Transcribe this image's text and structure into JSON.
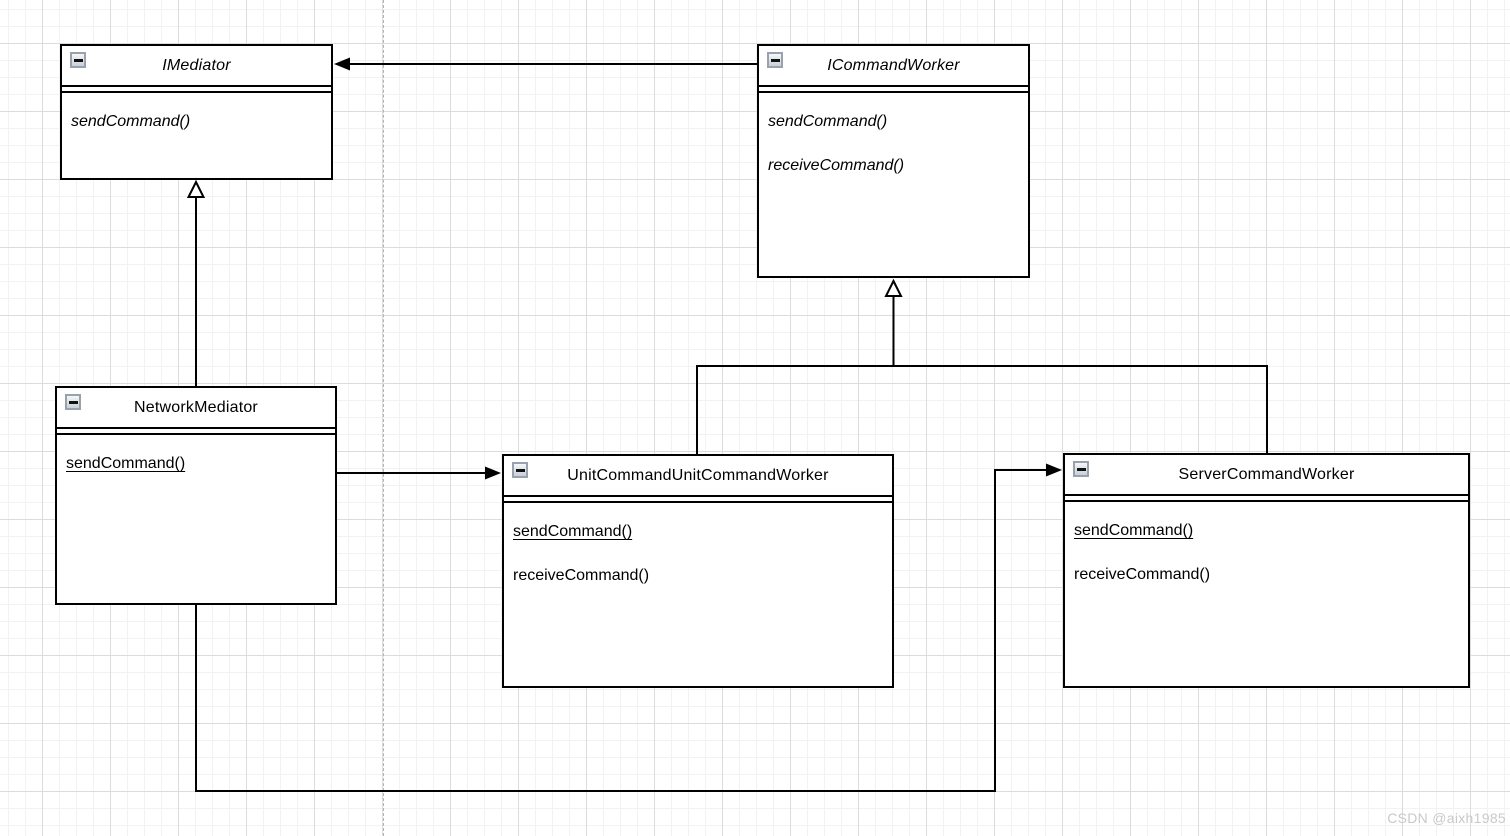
{
  "diagram": {
    "kind": "uml-class-diagram",
    "classes": [
      {
        "name": "IMediator",
        "stereotype": "interface",
        "collapse_icon": "minus-icon",
        "methods": [
          {
            "label": "sendCommand()",
            "text_style": "italic"
          }
        ]
      },
      {
        "name": "ICommandWorker",
        "stereotype": "interface",
        "collapse_icon": "minus-icon",
        "methods": [
          {
            "label": "sendCommand()",
            "text_style": "italic"
          },
          {
            "label": "receiveCommand()",
            "text_style": "italic"
          }
        ]
      },
      {
        "name": "NetworkMediator",
        "stereotype": "class",
        "collapse_icon": "minus-icon",
        "methods": [
          {
            "label": "sendCommand()",
            "text_style": "underline"
          }
        ]
      },
      {
        "name": "UnitCommandUnitCommandWorker",
        "stereotype": "class",
        "collapse_icon": "minus-icon",
        "methods": [
          {
            "label": "sendCommand()",
            "text_style": "underline"
          },
          {
            "label": "receiveCommand()",
            "text_style": "normal"
          }
        ]
      },
      {
        "name": "ServerCommandWorker",
        "stereotype": "class",
        "collapse_icon": "minus-icon",
        "methods": [
          {
            "label": "sendCommand()",
            "text_style": "underline"
          },
          {
            "label": "receiveCommand()",
            "text_style": "normal"
          }
        ]
      }
    ],
    "relations": [
      {
        "from": "ICommandWorker",
        "to": "IMediator",
        "type": "directed-association"
      },
      {
        "from": "NetworkMediator",
        "to": "IMediator",
        "type": "generalization"
      },
      {
        "from": "UnitCommandUnitCommandWorker",
        "to": "ICommandWorker",
        "type": "generalization"
      },
      {
        "from": "ServerCommandWorker",
        "to": "ICommandWorker",
        "type": "generalization"
      },
      {
        "from": "NetworkMediator",
        "to": "UnitCommandUnitCommandWorker",
        "type": "directed-association"
      },
      {
        "from": "NetworkMediator",
        "to": "ServerCommandWorker",
        "type": "directed-association"
      }
    ]
  },
  "canvas": {
    "background_color": "#ffffff",
    "grid_minor_color": "#f2f2f2",
    "grid_major_color": "#dcdcdc",
    "page_divider_color": "#b3b3b3",
    "shape_border_color": "#000000",
    "shape_fill_color": "#ffffff"
  },
  "watermark": {
    "text": "CSDN @aixh1985",
    "color": "#c9c9c9"
  }
}
